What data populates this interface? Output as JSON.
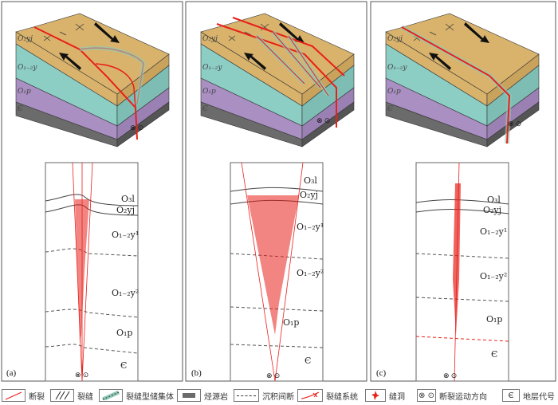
{
  "panels": [
    {
      "id": "(a)",
      "block": {
        "top": "O₂yj",
        "mid": "O₁₋₂y",
        "low": "O₁p",
        "base": "Є"
      },
      "column": {
        "l1": "O₃l",
        "l2": "O₂yj",
        "l3": "O₁₋₂y¹",
        "l4": "O₁₋₂y²",
        "l5": "O₁p",
        "l6": "Є"
      },
      "motion": "⊗ ⊙"
    },
    {
      "id": "(b)",
      "block": {
        "top": "O₂yj",
        "mid": "O₁₋₂y",
        "low": "O₁p",
        "base": "Є"
      },
      "column": {
        "l1": "O₃l",
        "l2": "O₂yj",
        "l3": "O₁₋₂y¹",
        "l4": "O₁₋₂y²",
        "l5": "O₁p",
        "l6": "Є"
      },
      "motion": "⊗ ⊙"
    },
    {
      "id": "(c)",
      "block": {
        "top": "O₂yj",
        "mid": "O₁₋₂y",
        "low": "O₁p",
        "base": "Є"
      },
      "column": {
        "l1": "O₃l",
        "l2": "O₂yj",
        "l3": "O₁₋₂y¹",
        "l4": "O₁₋₂y²",
        "l5": "O₁p",
        "l6": "Є"
      },
      "motion": "⊗ ⊙"
    }
  ],
  "legend": [
    {
      "icon": "fault-line-icon",
      "label": "断裂"
    },
    {
      "icon": "fracture-icon",
      "label": "裂缝"
    },
    {
      "icon": "fracture-reservoir-icon",
      "label": "裂缝型储集体"
    },
    {
      "icon": "source-rock-icon",
      "label": "烃源岩"
    },
    {
      "icon": "unconformity-icon",
      "label": "沉积间断"
    },
    {
      "icon": "fracture-system-icon",
      "label": "裂缝系统"
    },
    {
      "icon": "vug-icon",
      "label": "缝洞"
    },
    {
      "icon": "fault-motion-icon",
      "label": "断裂运动方向",
      "symbol": "⊗ ⊙"
    },
    {
      "icon": "stratum-code-icon",
      "label": "地层代号",
      "symbol": "Є"
    }
  ],
  "colors": {
    "tan": "#d9b36c",
    "cyan": "#8ccdc4",
    "purple": "#a98fc2",
    "grey": "#6b6b6b",
    "fault": "#e8201a"
  }
}
